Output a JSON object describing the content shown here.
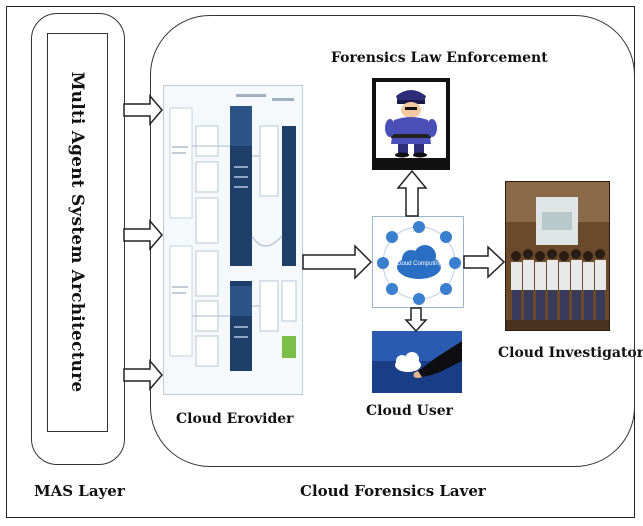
{
  "diagram": {
    "mas_architecture_label": "Multi Agent System Architecture",
    "mas_layer_label": "MAS Layer",
    "cloud_forensics_layer_label": "Cloud Forensics Laver",
    "cloud_provider_label": "Cloud Erovider",
    "forensics_law_enforcement_label": "Forensics Law Enforcement",
    "cloud_user_label": "Cloud User",
    "cloud_investigators_label": "Cloud Investigators",
    "cloud_computing_label": "Cloud Computing"
  },
  "colors": {
    "provider_navy": "#1f3f6b",
    "provider_green": "#7bbf4a",
    "cloud_blue": "#2a6fc4",
    "user_bg": "#1a3d88"
  }
}
